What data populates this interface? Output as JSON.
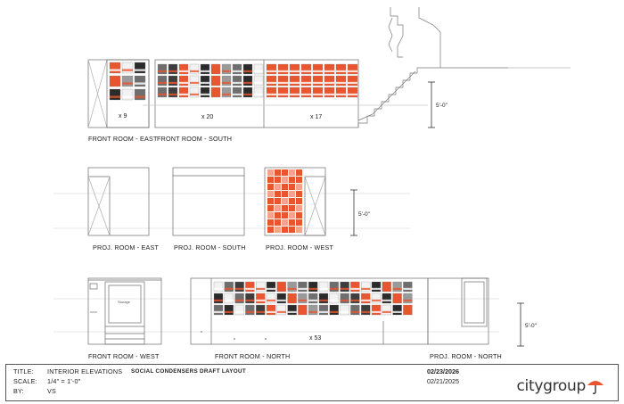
{
  "sheet": {
    "labels": {
      "front_room_east": "FRONT ROOM - EAST",
      "front_room_south": "FRONT ROOM - SOUTH",
      "proj_room_east": "PROJ. ROOM - EAST",
      "proj_room_south": "PROJ. ROOM - SOUTH",
      "proj_room_west": "PROJ. ROOM - WEST",
      "front_room_west": "FRONT ROOM - WEST",
      "front_room_north": "FRONT ROOM - NORTH",
      "proj_room_north": "PROJ. ROOM - NORTH"
    },
    "counts": {
      "east": "x 9",
      "south_left": "x 20",
      "south_right": "x 17",
      "north": "x 53"
    },
    "dimension": "5'-0\"",
    "door_sign": "Storage"
  },
  "title_block": {
    "title_key": "TITLE:",
    "title_value": "INTERIOR ELEVATIONS",
    "project": "SOCIAL CONDENSERS DRAFT LAYOUT",
    "scale_key": "SCALE:",
    "scale_value": "1/4\" = 1'-0\"",
    "by_key": "BY:",
    "by_value": "VS",
    "date_1": "02/23/2026",
    "date_2": "02/21/2025",
    "logo": "citygroup"
  },
  "colors": {
    "accent_orange": "#e8552f",
    "line": "#6b6b6b",
    "light_line": "#c8c8c8"
  }
}
